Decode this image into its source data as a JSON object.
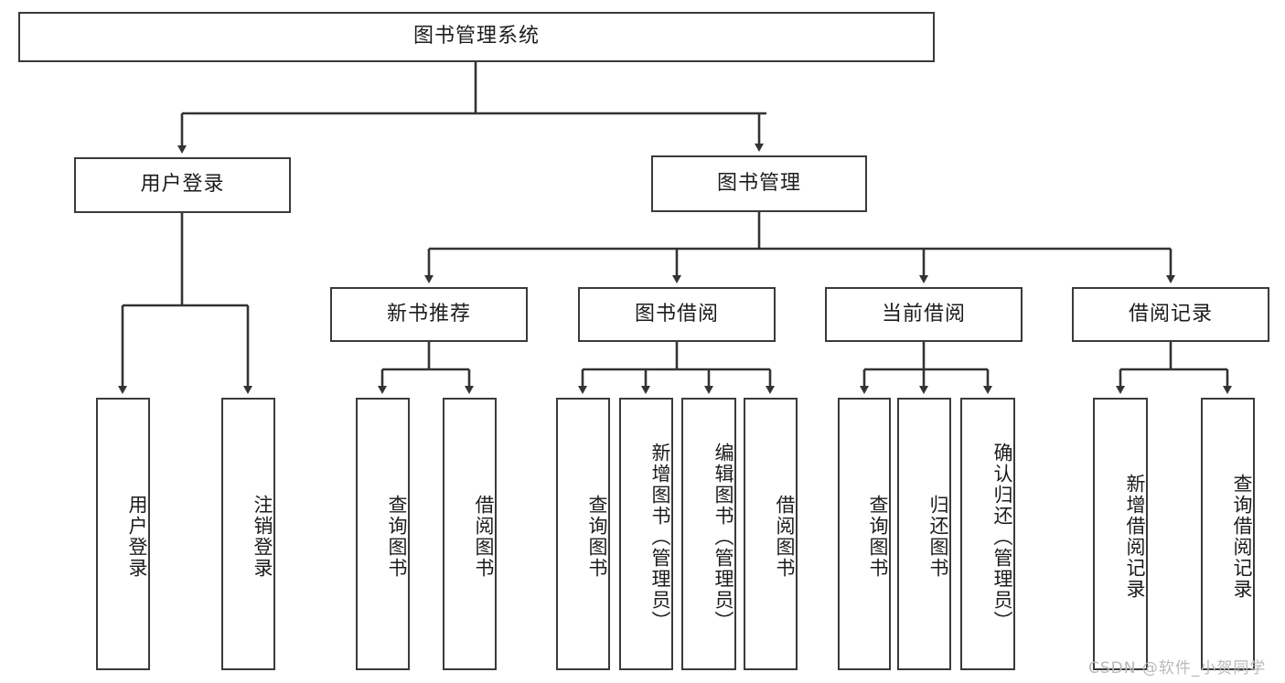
{
  "diagram": {
    "title": "图书管理系统",
    "type": "tree-hierarchy",
    "background_color": "#ffffff",
    "node_border_color": "#3a3a3a",
    "edge_color": "#333333",
    "text_color": "#1c1c1c"
  },
  "root": {
    "label": "图书管理系统"
  },
  "level2": {
    "user_login": {
      "label": "用户登录"
    },
    "book_manage": {
      "label": "图书管理"
    }
  },
  "level3": {
    "new_book_recommend": {
      "label": "新书推荐"
    },
    "book_borrow": {
      "label": "图书借阅"
    },
    "current_borrow": {
      "label": "当前借阅"
    },
    "borrow_record": {
      "label": "借阅记录"
    }
  },
  "leaves": {
    "user_login": [
      {
        "label": "用户登录"
      },
      {
        "label": "注销登录"
      }
    ],
    "new_book_recommend": [
      {
        "label": "查询图书"
      },
      {
        "label": "借阅图书"
      }
    ],
    "book_borrow": [
      {
        "label": "查询图书"
      },
      {
        "label": "新增图书（管理员）"
      },
      {
        "label": "编辑图书（管理员）"
      },
      {
        "label": "借阅图书"
      }
    ],
    "current_borrow": [
      {
        "label": "查询图书"
      },
      {
        "label": "归还图书"
      },
      {
        "label": "确认归还（管理员）"
      }
    ],
    "borrow_record": [
      {
        "label": "新增借阅记录"
      },
      {
        "label": "查询借阅记录"
      }
    ]
  },
  "watermark": {
    "text": "CSDN @软件_小贺同学",
    "color": "#b9b9b9"
  }
}
